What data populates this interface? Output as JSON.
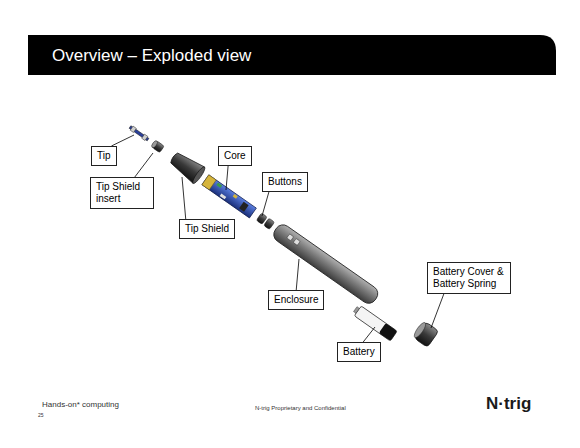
{
  "diagram": {
    "title": "Overview – Exploded view",
    "nodes": [
      {
        "text": [
          "Tip"
        ]
      },
      {
        "text": [
          "Tip Shield insert"
        ]
      },
      {
        "text": [
          "Tip Shield"
        ]
      },
      {
        "text": [
          "Core"
        ]
      },
      {
        "text": [
          "Buttons"
        ]
      },
      {
        "text": [
          "Enclosure"
        ]
      },
      {
        "text": [
          "Battery"
        ]
      },
      {
        "text": [
          "Battery Cover & Battery Spring"
        ]
      }
    ],
    "labels": [
      "Hands-on* computing",
      "25",
      "N-trig Proprietary and Confidential",
      "N·trig"
    ]
  }
}
